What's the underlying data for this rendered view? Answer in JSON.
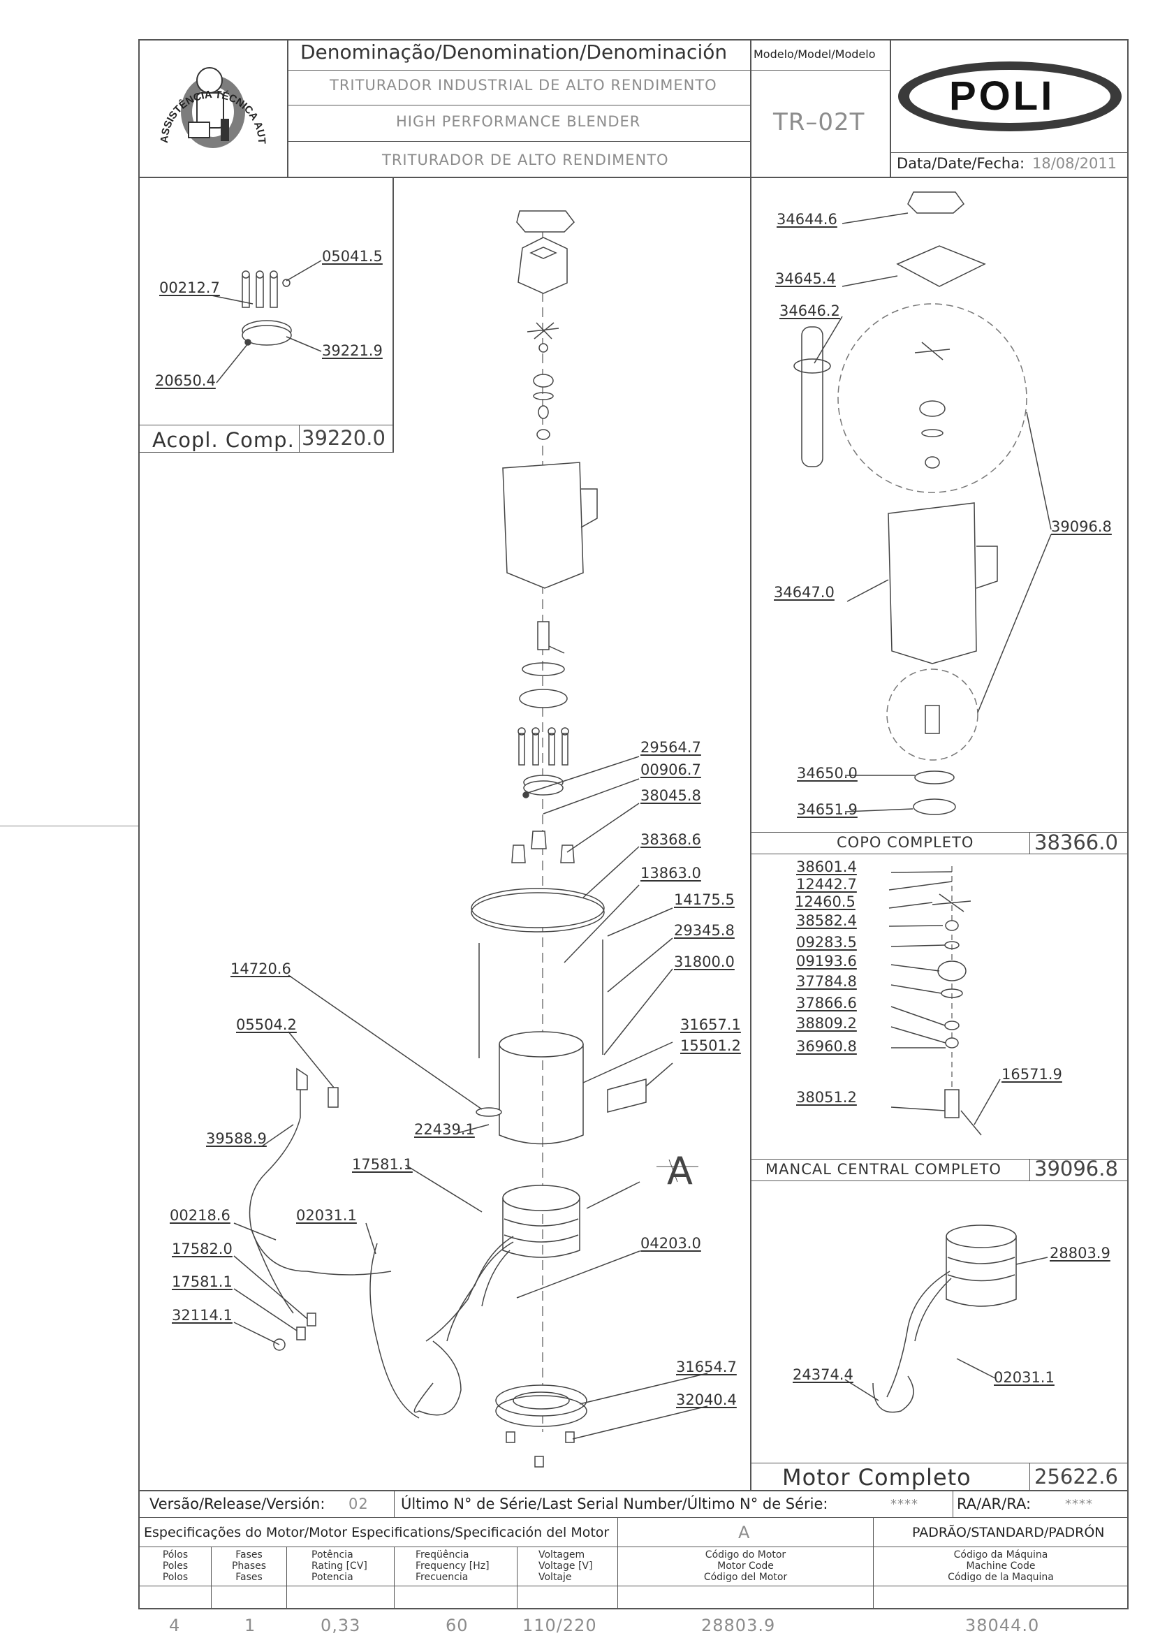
{
  "header": {
    "denomination_label": "Denominação/Denomination/Denominación",
    "name_pt": "TRITURADOR INDUSTRIAL DE ALTO RENDIMENTO",
    "name_en": "HIGH PERFORMANCE BLENDER",
    "name_es": "TRITURADOR DE ALTO RENDIMENTO",
    "model_label": "Modelo/Model/Modelo",
    "model_value": "TR–02T",
    "brand": "POLI",
    "date_label": "Data/Date/Fecha:",
    "date_value": "18/08/2011",
    "seal_text": "ASSISTÊNCIA TÉCNICA AUTORIZADA"
  },
  "coupling_box": {
    "title": "Acopl. Comp.",
    "code": "39220.0",
    "parts": [
      "05041.5",
      "00212.7",
      "39221.9",
      "20650.4"
    ]
  },
  "main_parts": [
    "29564.7",
    "00906.7",
    "38045.8",
    "38368.6",
    "13863.0",
    "14175.5",
    "29345.8",
    "31800.0",
    "14720.6",
    "05504.2",
    "31657.1",
    "15501.2",
    "39588.9",
    "22439.1",
    "17581.1",
    "A",
    "00218.6",
    "02031.1",
    "04203.0",
    "17582.0",
    "17581.1",
    "32114.1",
    "31654.7",
    "32040.4"
  ],
  "cup_box": {
    "title": "COPO COMPLETO",
    "code": "38366.0",
    "parts": [
      "34644.6",
      "34645.4",
      "34646.2",
      "39096.8",
      "34647.0",
      "34650.0",
      "34651.9"
    ]
  },
  "bearing_box": {
    "title": "MANCAL CENTRAL COMPLETO",
    "code": "39096.8",
    "parts": [
      "38601.4",
      "12442.7",
      "12460.5",
      "38582.4",
      "09283.5",
      "09193.6",
      "37784.8",
      "37866.6",
      "38809.2",
      "36960.8",
      "16571.9",
      "38051.2"
    ]
  },
  "motor_box": {
    "title": "Motor Completo",
    "code": "25622.6",
    "parts": [
      "28803.9",
      "24374.4",
      "02031.1"
    ]
  },
  "footer": {
    "version_label": "Versão/Release/Versión:",
    "version_value": "02",
    "serial_label": "Último N° de Série/Last Serial Number/Último N° de Série:",
    "serial_value": "****",
    "ra_label": "RA/AR/RA:",
    "ra_value": "****",
    "spec_label": "Especificações do Motor/Motor Especifications/Specificación del Motor",
    "spec_ref": "A",
    "standard_label": "PADRÃO/STANDARD/PADRÓN",
    "columns": [
      {
        "label": "Pólos\nPoles\nPolos",
        "value": "4"
      },
      {
        "label": "Fases\nPhases\nFases",
        "value": "1"
      },
      {
        "label": "Potência\nRating [CV]\nPotencia",
        "value": "0,33"
      },
      {
        "label": "Freqüência\nFrequency [Hz]\nFrecuencia",
        "value": "60"
      },
      {
        "label": "Voltagem\nVoltage [V]\nVoltaje",
        "value": "110/220"
      },
      {
        "label": "Código do Motor\nMotor Code\nCódigo del Motor",
        "value": "28803.9"
      },
      {
        "label": "Código da Máquina\nMachine Code\nCódigo de la Maquina",
        "value": "38044.0"
      }
    ]
  }
}
